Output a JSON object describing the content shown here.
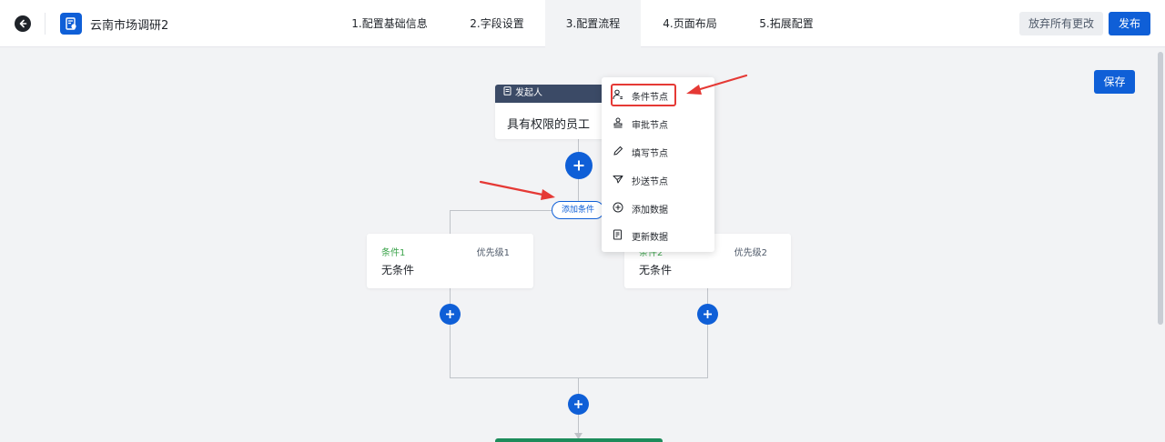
{
  "header": {
    "app_title": "云南市场调研2",
    "tabs": [
      {
        "label": "1.配置基础信息"
      },
      {
        "label": "2.字段设置"
      },
      {
        "label": "3.配置流程"
      },
      {
        "label": "4.页面布局"
      },
      {
        "label": "5.拓展配置"
      }
    ],
    "active_tab": 2,
    "discard_label": "放弃所有更改",
    "publish_label": "发布"
  },
  "toolbar": {
    "save_label": "保存"
  },
  "flow": {
    "starter": {
      "title": "发起人",
      "body": "具有权限的员工"
    },
    "add_condition_label": "添加条件",
    "conditions": [
      {
        "name": "条件1",
        "priority": "优先级1",
        "body": "无条件"
      },
      {
        "name": "条件2",
        "priority": "优先级2",
        "body": "无条件"
      }
    ]
  },
  "menu": {
    "items": [
      {
        "label": "条件节点",
        "icon": "user-condition-icon"
      },
      {
        "label": "审批节点",
        "icon": "stamp-icon"
      },
      {
        "label": "填写节点",
        "icon": "pencil-icon"
      },
      {
        "label": "抄送节点",
        "icon": "send-icon"
      },
      {
        "label": "添加数据",
        "icon": "plus-circle-icon"
      },
      {
        "label": "更新数据",
        "icon": "document-edit-icon"
      }
    ]
  },
  "colors": {
    "primary": "#0f5fd7",
    "header_dark": "#3b4a66",
    "condition_green": "#3aa34a",
    "annotation_red": "#e53935"
  }
}
